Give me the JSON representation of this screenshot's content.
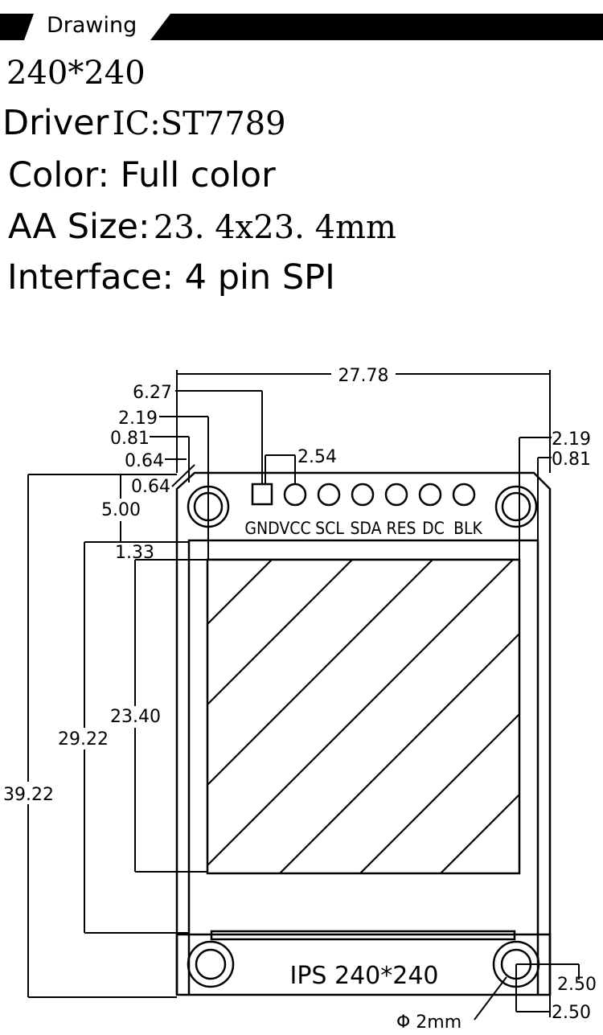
{
  "header": {
    "title": "Drawing"
  },
  "specs": {
    "resolution": "240*240",
    "driver_label": "Driver",
    "driver_value": "IC:ST7789",
    "color_label": "Color: Full color",
    "aa_label": "AA Size:",
    "aa_value": "23. 4x23. 4mm",
    "interface_label": "Interface: 4 pin SPI"
  },
  "drawing": {
    "dims": {
      "width_total": "27.78",
      "pin_offset": "6.27",
      "left_2_19": "2.19",
      "left_0_81": "0.81",
      "left_0_64_a": "0.64",
      "left_0_64_b": "0.64",
      "pin_pitch": "2.54",
      "right_2_19": "2.19",
      "right_0_81": "0.81",
      "top_5_00": "5.00",
      "top_1_33": "1.33",
      "aa_height": "23.40",
      "module_height": "29.22",
      "total_height": "39.22",
      "hole_offset_a": "2.50",
      "hole_offset_b": "2.50",
      "hole_diameter": "Φ 2mm"
    },
    "pins": [
      "GND",
      "VCC",
      "SCL",
      "SDA",
      "RES",
      "DC",
      "BLK"
    ],
    "bottom_label": "IPS 240*240"
  }
}
